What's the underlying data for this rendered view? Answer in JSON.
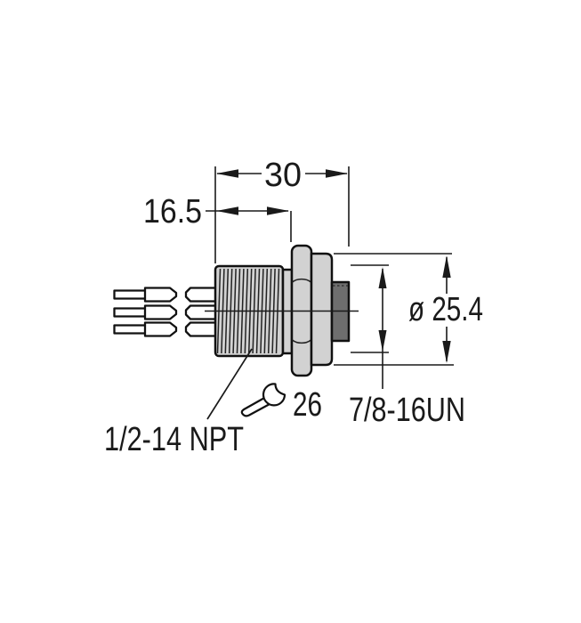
{
  "drawing": {
    "kind": "connector-receptacle-dimension-drawing",
    "dim_overall_length": "30",
    "dim_mount_thread_length": "16.5",
    "dim_flange_diameter": "ø 25.4",
    "wrench_size": "26",
    "label_coupling_thread": "7/8-16UN",
    "label_mounting_thread": "1/2-14 NPT"
  },
  "colors": {
    "body_fill": "#d2d2d2",
    "face_fill": "#6e6e6e",
    "line": "#1a1a1a"
  }
}
